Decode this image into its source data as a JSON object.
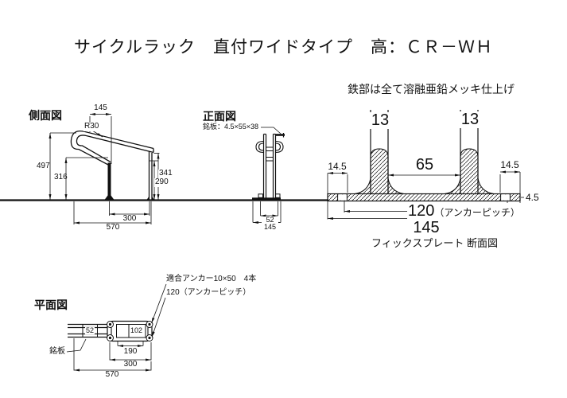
{
  "title": "サイクルラック　直付ワイドタイプ　高：ＣＲ－ＷＨ",
  "finish_note": "鉄部は全て溶融亜鉛メッキ仕上げ",
  "colors": {
    "line": "#111111",
    "background": "#ffffff"
  },
  "side_view": {
    "label": "側面図",
    "dim_top_width": "145",
    "dim_radius": "R30",
    "dim_height_total": "497",
    "dim_height_front": "316",
    "dim_height_rear": "341",
    "dim_height_rear_inner": "290",
    "dim_base_depth": "300",
    "dim_total_depth": "570"
  },
  "front_view": {
    "label": "正面図",
    "nameplate_note": "銘板：4.5×55×38",
    "dim_post_width": "52",
    "dim_plate_width": "145"
  },
  "section_view": {
    "label": "フィックスプレート 断面図",
    "dim_rod_left": "13",
    "dim_rod_right": "13",
    "dim_rod_span": "65",
    "dim_edge_left": "14.5",
    "dim_edge_right": "14.5",
    "dim_plate_thickness": "4.5",
    "dim_anchor_pitch_value": "120",
    "dim_anchor_pitch_suffix": "（アンカーピッチ）",
    "dim_plate_width": "145"
  },
  "plan_view": {
    "label": "平面図",
    "nameplate_label": "銘板",
    "anchor_spec_note": "適合アンカー10×50　4本",
    "anchor_pitch_note": "120（アンカーピッチ）",
    "dim_rail_width": "52",
    "dim_inner_width": "102",
    "dim_holder_length": "190",
    "dim_base_length": "300",
    "dim_total_length": "570"
  }
}
